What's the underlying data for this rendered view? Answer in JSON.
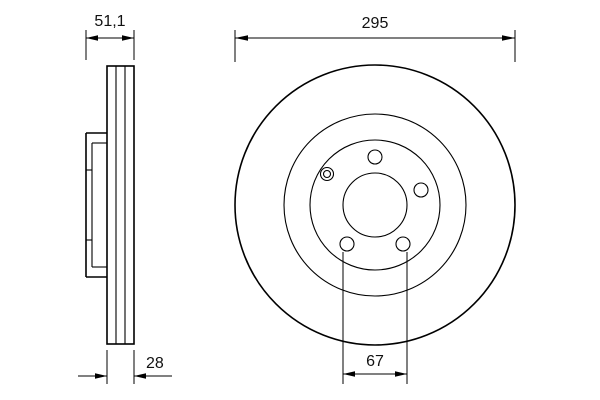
{
  "page": {
    "background": "#ffffff",
    "line_color": "#000000"
  },
  "drawing": {
    "subject": "vented brake disc technical drawing, side cross-section view and front view",
    "dimension_labels": {
      "overall_width": "51,1",
      "outer_diameter": "295",
      "disc_thickness": "28",
      "center_bore": "67"
    },
    "features": {
      "front_view": [
        "outer-circle",
        "friction-inner-circle",
        "hub-circle",
        "center-bore",
        "bolt-holes",
        "pin-hole"
      ],
      "side_view": [
        "friction-ring-section",
        "vent-channels",
        "hat-section"
      ]
    }
  }
}
